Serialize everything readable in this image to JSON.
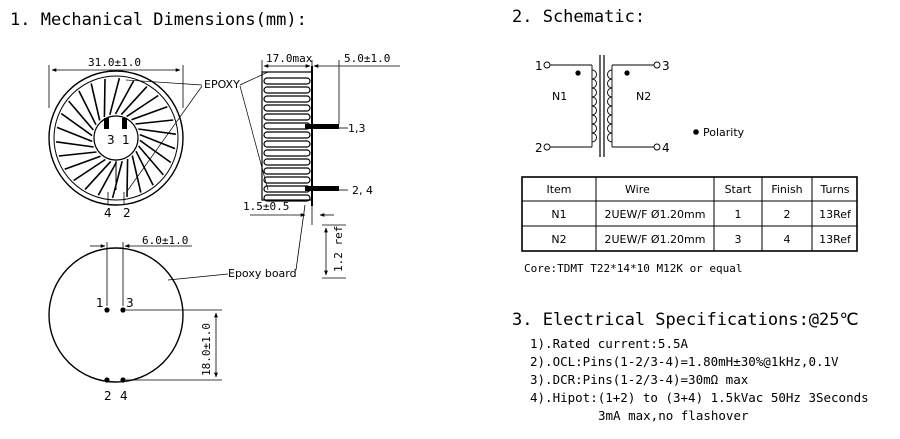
{
  "sections": {
    "mechanical": "1. Mechanical Dimensions(mm):",
    "schematic": "2. Schematic:",
    "electrical": "3. Electrical Specifications:@25℃"
  },
  "dimensions": {
    "diameter": "31.0±1.0",
    "height_max": "17.0max",
    "lead_offset": "5.0±1.0",
    "epoxy": "EPOXY",
    "pins_13": "1,3",
    "pins_24": "2, 4",
    "lead_gap": "1.5±0.5",
    "pin_pitch": "6.0±1.0",
    "epoxy_board": "Epoxy board",
    "ref_len": "1.2 ref",
    "row_pitch": "18.0±1.0",
    "top_pin_3": "3",
    "top_pin_1": "1",
    "top_pin_4": "4",
    "top_pin_2": "2",
    "bot_pin_1": "1",
    "bot_pin_3": "3",
    "bot_pin_2": "2",
    "bot_pin_4": "4"
  },
  "schematic": {
    "pin1": "1",
    "pin2": "2",
    "pin3": "3",
    "pin4": "4",
    "n1": "N1",
    "n2": "N2",
    "polarity": "Polarity"
  },
  "winding_table": {
    "headers": [
      "Item",
      "Wire",
      "Start",
      "Finish",
      "Turns"
    ],
    "rows": [
      [
        "N1",
        "2UEW/F Ø1.20mm",
        "1",
        "2",
        "13Ref"
      ],
      [
        "N2",
        "2UEW/F Ø1.20mm",
        "3",
        "4",
        "13Ref"
      ]
    ]
  },
  "core": "Core:TDMT T22*14*10 M12K or equal",
  "specs": [
    "1).Rated current:5.5A",
    "2).OCL:Pins(1-2/3-4)=1.80mH±30%@1kHz,0.1V",
    "3).DCR:Pins(1-2/3-4)=30mΩ max",
    "4).Hipot:(1+2) to (3+4) 1.5kVac 50Hz 3Seconds",
    "3mA max,no flashover"
  ]
}
